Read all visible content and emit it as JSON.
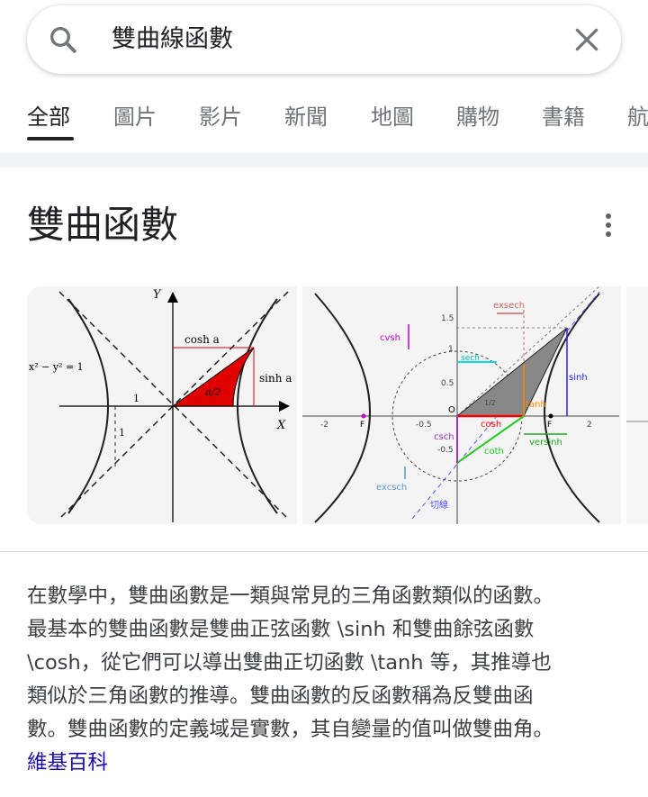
{
  "search": {
    "query": "雙曲線函數"
  },
  "tabs": [
    {
      "label": "全部"
    },
    {
      "label": "圖片"
    },
    {
      "label": "影片"
    },
    {
      "label": "新聞"
    },
    {
      "label": "地圖"
    },
    {
      "label": "購物"
    },
    {
      "label": "書籍"
    },
    {
      "label": "航"
    }
  ],
  "knowledge_panel": {
    "title": "雙曲函數",
    "images": [
      {
        "labels": {
          "axis_y": "Y",
          "axis_x": "X",
          "equation": "x² − y² = 1",
          "cosh": "cosh a",
          "sinh": "sinh a",
          "area": "a/2",
          "one_x": "1",
          "one_y": "1"
        }
      },
      {
        "labels": {
          "exsech": "exsech",
          "cvsh": "cvsh",
          "sech": "sech",
          "sinh": "sinh",
          "tanh": "tanh",
          "cosh": "cosh",
          "csch": "csch",
          "coth": "coth",
          "versinh": "versinh",
          "excsch": "excsch",
          "tangent": "切線",
          "origin": "O",
          "focus_left": "F",
          "focus_right": "F",
          "tick_15": "1.5",
          "tick_1": "1",
          "tick_05": "0.5",
          "tick_m05": "-0.5",
          "tick_m05x": "-0.5",
          "tick_m2": "-2",
          "tick_2": "2",
          "tick_half": "1/2"
        }
      }
    ],
    "description_lines": [
      "在數學中，雙曲函數是一類與常見的三角函數類似的函數。",
      "最基本的雙曲函數是雙曲正弦函數 \\sinh 和雙曲餘弦函數",
      "\\cosh，從它們可以導出雙曲正切函數 \\tanh 等，其推導也",
      "類似於三角函數的推導。雙曲函數的反函數稱為反雙曲函",
      "數。雙曲函數的定義域是實數，其自變量的值叫做雙曲角。"
    ],
    "source_label": "維基百科"
  },
  "colors": {
    "link": "#1a0dab",
    "text": "#3c4043",
    "muted": "#70757a",
    "fill_red": "#e00000"
  }
}
